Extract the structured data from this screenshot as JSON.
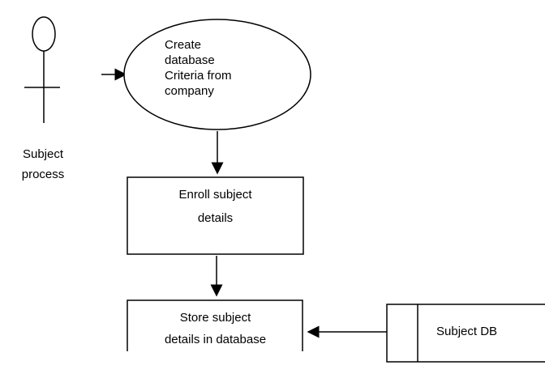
{
  "actor": {
    "label_line1": "Subject",
    "label_line2": "process"
  },
  "process_create": {
    "line1": "Create",
    "line2": "database",
    "line3": "Criteria from",
    "line4": "company"
  },
  "process_enroll": {
    "line1": "Enroll subject",
    "line2": "details"
  },
  "process_store": {
    "line1": "Store subject",
    "line2": "details in database"
  },
  "data_store": {
    "label": "Subject DB"
  }
}
